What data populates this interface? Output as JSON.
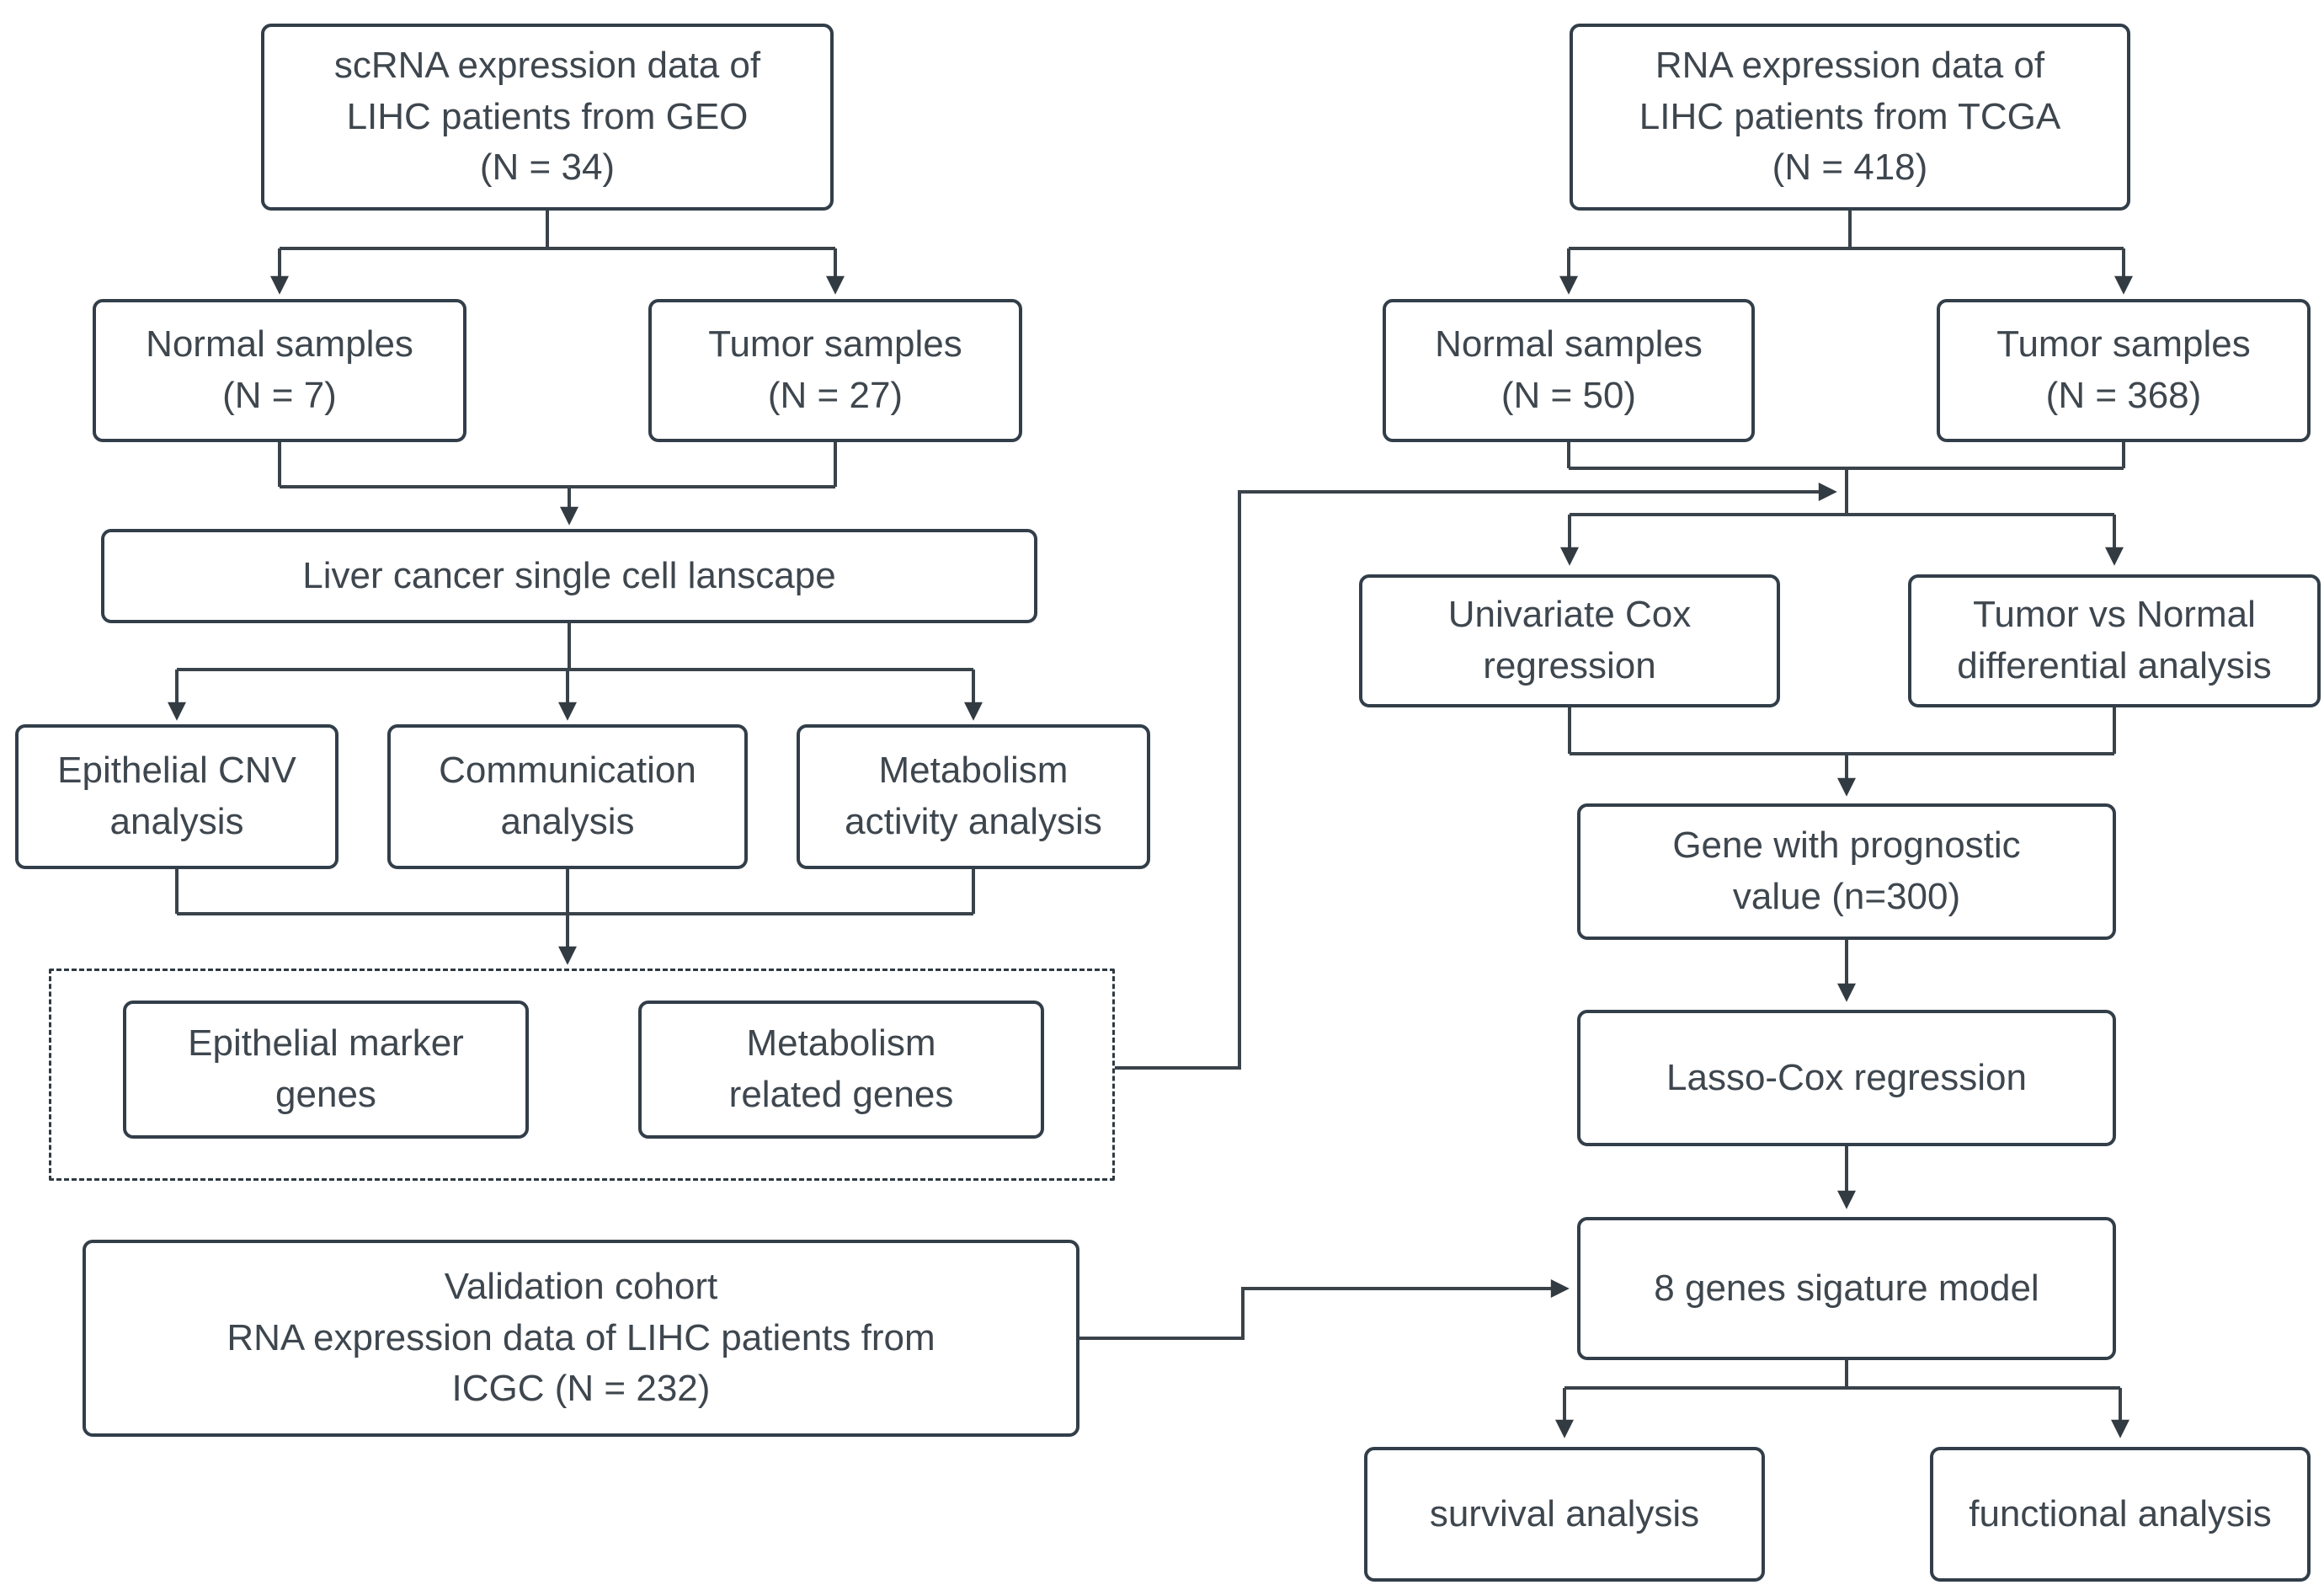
{
  "boxes": {
    "scrna_geo": {
      "label": "scRNA expression data of\nLIHC patients from GEO\n(N = 34)"
    },
    "normal_geo": {
      "label": "Normal samples\n(N = 7)"
    },
    "tumor_geo": {
      "label": "Tumor samples\n(N = 27)"
    },
    "landscape": {
      "label": "Liver cancer single cell lanscape"
    },
    "cnv": {
      "label": "Epithelial CNV\nanalysis"
    },
    "communication": {
      "label": "Communication\nanalysis"
    },
    "metabolism_activity": {
      "label": "Metabolism\nactivity analysis"
    },
    "epithelial_marker": {
      "label": "Epithelial marker\ngenes"
    },
    "metabolism_related": {
      "label": "Metabolism\nrelated genes"
    },
    "validation": {
      "label": "Validation cohort\nRNA expression data of LIHC patients from\nICGC (N = 232)"
    },
    "rna_tcga": {
      "label": "RNA expression data of\nLIHC patients from TCGA\n(N = 418)"
    },
    "normal_tcga": {
      "label": "Normal samples\n(N = 50)"
    },
    "tumor_tcga": {
      "label": "Tumor samples\n(N = 368)"
    },
    "univariate_cox": {
      "label": "Univariate Cox\nregression"
    },
    "tumor_vs_normal": {
      "label": "Tumor vs Normal\ndifferential analysis"
    },
    "prognostic_gene": {
      "label": "Gene with prognostic\nvalue (n=300)"
    },
    "lasso_cox": {
      "label": "Lasso-Cox regression"
    },
    "signature_model": {
      "label": "8 genes sigature model"
    },
    "survival": {
      "label": "survival analysis"
    },
    "functional": {
      "label": "functional analysis"
    }
  },
  "colors": {
    "box_border": "#323e49",
    "line": "#3a424a",
    "text": "#3e464e",
    "background": "#ffffff"
  }
}
